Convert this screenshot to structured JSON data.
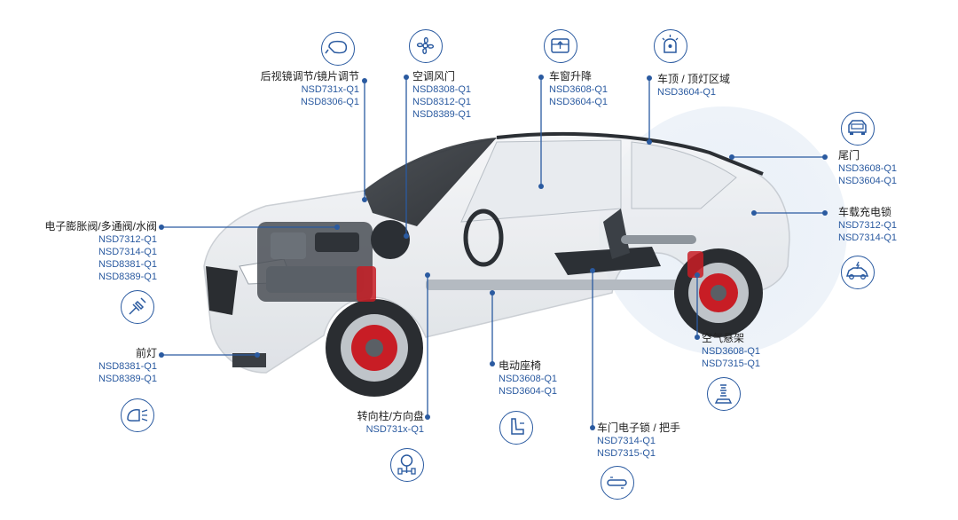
{
  "callouts": [
    {
      "id": "mirror",
      "title": "后视镜调节/镜片调节",
      "parts": [
        "NSD731x-Q1",
        "NSD8306-Q1"
      ],
      "icon": "mirror-icon"
    },
    {
      "id": "hvac",
      "title": "空调风门",
      "parts": [
        "NSD8308-Q1",
        "NSD8312-Q1",
        "NSD8389-Q1"
      ],
      "icon": "fan-icon"
    },
    {
      "id": "window",
      "title": "车窗升降",
      "parts": [
        "NSD3608-Q1",
        "NSD3604-Q1"
      ],
      "icon": "window-icon"
    },
    {
      "id": "roof",
      "title": "车顶 / 顶灯区域",
      "parts": [
        "NSD3604-Q1"
      ],
      "icon": "roof-light-icon"
    },
    {
      "id": "tailgate",
      "title": "尾门",
      "parts": [
        "NSD3608-Q1",
        "NSD3604-Q1"
      ],
      "icon": "tailgate-icon"
    },
    {
      "id": "charge",
      "title": "车载充电锁",
      "parts": [
        "NSD7312-Q1",
        "NSD7314-Q1"
      ],
      "icon": "charging-car-icon"
    },
    {
      "id": "valve",
      "title": "电子膨胀阀/多通阀/水阀",
      "parts": [
        "NSD7312-Q1",
        "NSD7314-Q1",
        "NSD8381-Q1",
        "NSD8389-Q1"
      ],
      "icon": "valve-icon"
    },
    {
      "id": "headlight",
      "title": "前灯",
      "parts": [
        "NSD8381-Q1",
        "NSD8389-Q1"
      ],
      "icon": "headlight-icon"
    },
    {
      "id": "steering",
      "title": "转向柱/方向盘",
      "parts": [
        "NSD731x-Q1"
      ],
      "icon": "steering-icon"
    },
    {
      "id": "seat",
      "title": "电动座椅",
      "parts": [
        "NSD3608-Q1",
        "NSD3604-Q1"
      ],
      "icon": "seat-icon"
    },
    {
      "id": "doorlock",
      "title": "车门电子锁 / 把手",
      "parts": [
        "NSD7314-Q1",
        "NSD7315-Q1"
      ],
      "icon": "door-handle-icon"
    },
    {
      "id": "suspension",
      "title": "空气悬架",
      "parts": [
        "NSD3608-Q1",
        "NSD7315-Q1"
      ],
      "icon": "suspension-icon"
    }
  ],
  "colors": {
    "accent": "#2a5aa0",
    "text": "#222222"
  }
}
